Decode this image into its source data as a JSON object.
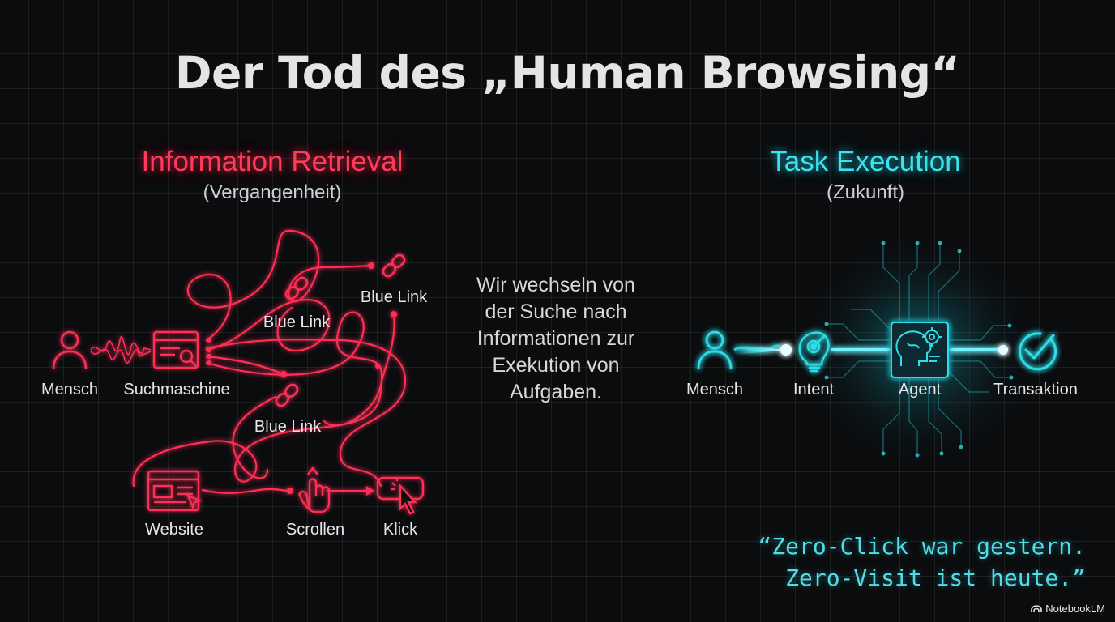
{
  "title": "Der Tod des „Human Browsing“",
  "left_panel": {
    "title": "Information Retrieval",
    "subtitle": "(Vergangenheit)",
    "labels": {
      "mensch": "Mensch",
      "suchmaschine": "Suchmaschine",
      "blue_link_1": "Blue Link",
      "blue_link_2": "Blue Link",
      "blue_link_3": "Blue Link",
      "website": "Website",
      "scrollen": "Scrollen",
      "klick": "Klick"
    },
    "color": "#ff2f55"
  },
  "middle_text": [
    "Wir wechseln von",
    "der Suche nach",
    "Informationen zur",
    "Exekution von",
    "Aufgaben."
  ],
  "right_panel": {
    "title": "Task Execution",
    "subtitle": "(Zukunft)",
    "labels": {
      "mensch": "Mensch",
      "intent": "Intent",
      "agent": "Agent",
      "transaktion": "Transaktion"
    },
    "color": "#2fdde8"
  },
  "quote": [
    "“Zero-Click war gestern.",
    "Zero-Visit ist heute.”"
  ],
  "brand": "NotebookLM",
  "icons": [
    "person-icon",
    "search-window-icon",
    "chain-link-icon",
    "website-icon",
    "hand-scroll-icon",
    "click-cursor-icon",
    "target-lightbulb-icon",
    "brain-gear-chip-icon",
    "checkmark-circle-icon",
    "notebooklm-logo-icon"
  ]
}
